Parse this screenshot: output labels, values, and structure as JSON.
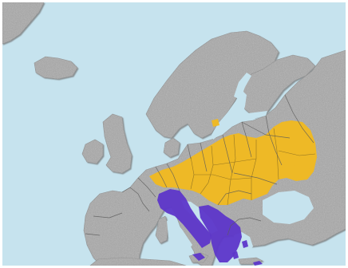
{
  "map": {
    "colors": {
      "sea": "#c6e3ee",
      "land": "#a9a9a9",
      "land_shadow": "#7c7c7c",
      "land_highlight": "#c8c8c8",
      "range_yellow": "#f1b91f",
      "range_purple": "#5d36c9",
      "border": "#5a5a5a",
      "frame": "#ffffff"
    },
    "layers": [
      {
        "id": "land",
        "icon": "terrain-relief"
      },
      {
        "id": "range-yellow",
        "icon": "distribution-area"
      },
      {
        "id": "range-purple",
        "icon": "distribution-area"
      }
    ]
  }
}
